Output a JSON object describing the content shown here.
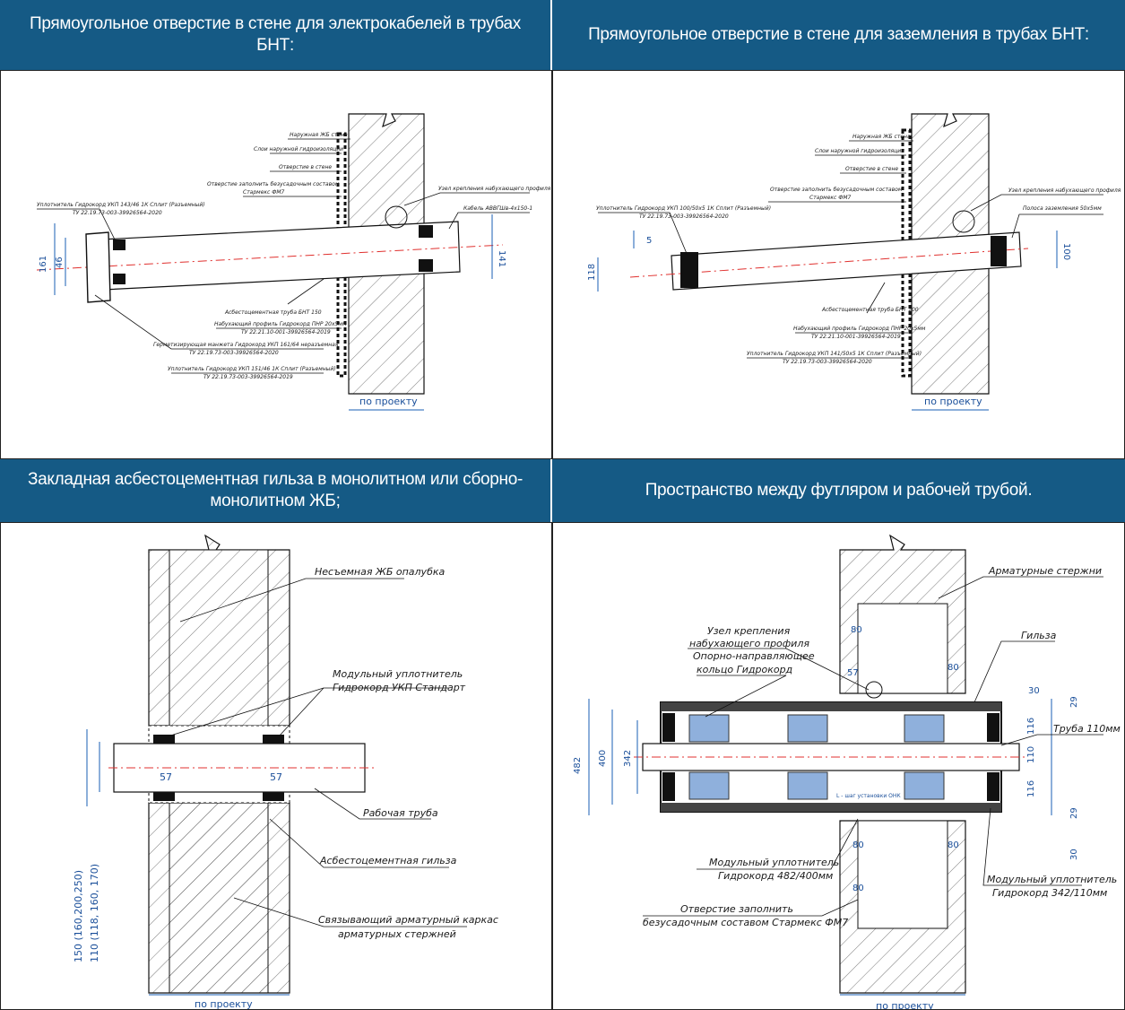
{
  "headers": {
    "top_left": "Прямоугольное отверстие в стене для электрокабелей в трубах БНТ:",
    "top_right": "Прямоугольное отверстие в стене для заземления в трубах БНТ:",
    "bottom_left": "Закладная асбестоцементная гильза в монолитном или сборно-монолитном ЖБ;",
    "bottom_right": "Пространство между футляром и рабочей трубой."
  },
  "panel1": {
    "labels": {
      "wall": "Наружная ЖБ стена",
      "waterproof": "Слои наружной гидроизоляции",
      "opening": "Отверстие в стене",
      "fill1": "Отверстие заполнить безусадочным составом",
      "fill2": "Стармекс ФМ7",
      "node": "Узел крепления набухающего профиля",
      "cable": "Кабель АВВГШв-4х150-1",
      "seal_top1": "Уплотнитель Гидрокорд УКП 143/46 1К Сплит (Разъемный)",
      "seal_top2": "ТУ 22.19.73-003-39926564-2020",
      "pipe": "Асбестоцементная труба БНТ 150",
      "profile1": "Набухающий профиль Гидрокорд ПНР 20х5мм",
      "profile2": "ТУ 22.21.10-001-39926564-2019",
      "cuff1": "Герметизирующая манжета Гидрокорд УКП 161/64 неразъемная",
      "cuff2": "ТУ 22.19.73-003-39926564-2020",
      "seal_bot1": "Уплотнитель Гидрокорд УКП 151/46 1К Сплит (Разъемный)",
      "seal_bot2": "ТУ 22.19.73-003-39926564-2019",
      "dim_161": "161",
      "dim_46": "46",
      "dim_141": "141",
      "by_project": "по проекту"
    }
  },
  "panel2": {
    "labels": {
      "wall": "Наружная ЖБ стена",
      "waterproof": "Слои наружной гидроизоляции",
      "opening": "Отверстие в стене",
      "fill1": "Отверстие заполнить безусадочным составом",
      "fill2": "Стармекс ФМ7",
      "node": "Узел крепления набухающего профиля",
      "strip": "Полоса заземления 50х5мм",
      "seal_top1": "Уплотнитель Гидрокорд УКП 100/50х5 1К Сплит (Разъемный)",
      "seal_top2": "ТУ 22.19.73-003-39926564-2020",
      "pipe": "Асбестоцементная труба БНТ 100",
      "profile1": "Набухающий профиль Гидрокорд ПНР 20х5мм",
      "profile2": "ТУ 22.21.10-001-39926564-2019",
      "seal_bot1": "Уплотнитель Гидрокорд УКП 141/50х5 1К Сплит (Разъемный)",
      "seal_bot2": "ТУ 22.19.73-003-39926564-2020",
      "dim_5": "5",
      "dim_118": "118",
      "dim_100": "100",
      "by_project": "по проекту"
    }
  },
  "panel3": {
    "labels": {
      "formwork": "Несъемная ЖБ опалубка",
      "seal1": "Модульный уплотнитель",
      "seal2": "Гидрокорд УКП Стандарт",
      "dim_57a": "57",
      "dim_57b": "57",
      "work_pipe": "Рабочая труба",
      "sleeve": "Асбестоцементная гильза",
      "cage1": "Связывающий арматурный каркас",
      "cage2": "арматурных стержней",
      "dim_outer": "150 (160,200,250)",
      "dim_inner": "110 (118, 160, 170)",
      "by_project": "по проекту"
    }
  },
  "panel4": {
    "labels": {
      "rebar": "Арматурные стержни",
      "node1": "Узел крепления",
      "node2": "набухающего профиля",
      "sleeve": "Гильза",
      "ring1": "Опорно-направляющее",
      "ring2": "кольцо Гидрокорд",
      "pipe": "Труба 110мм",
      "dim_80a": "80",
      "dim_57": "57",
      "dim_80b": "80",
      "dim_30a": "30",
      "dim_29a": "29",
      "dim_116a": "116",
      "dim_110": "110",
      "dim_116b": "116",
      "dim_29b": "29",
      "dim_30b": "30",
      "dim_482": "482",
      "dim_400": "400",
      "dim_342": "342",
      "dim_80c": "80",
      "dim_80d": "80",
      "dim_80e": "80",
      "step": "L - шаг установки ОНК",
      "mod1a": "Модульный уплотнитель",
      "mod1b": "Гидрокорд 482/400мм",
      "mod2a": "Модульный уплотнитель",
      "mod2b": "Гидрокорд 342/110мм",
      "fill1": "Отверстие заполнить",
      "fill2": "безусадочным составом Стармекс ФМ7",
      "by_project": "по проекту"
    }
  },
  "colors": {
    "header_bg": "#155a85",
    "header_text": "#ffffff",
    "axis": "#e0312f",
    "dimension": "#1a5fb4",
    "ring_fill": "#8fb0dc"
  }
}
